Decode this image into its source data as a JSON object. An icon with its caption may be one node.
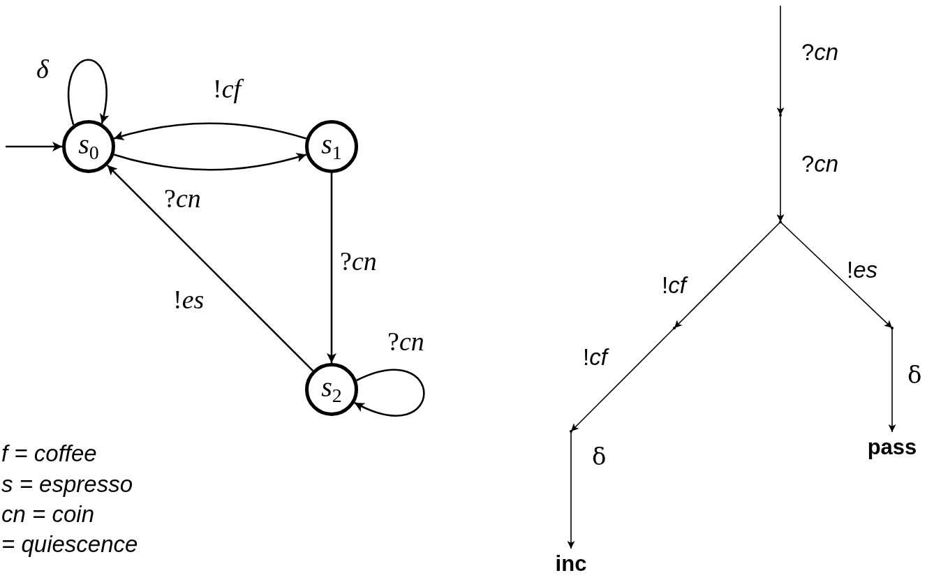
{
  "diagram": {
    "nodes": [
      {
        "text": [
          "*s*$_{0}$"
        ]
      },
      {
        "text": [
          "*s*$_{1}$"
        ]
      },
      {
        "text": [
          "*s*$_{2}$"
        ]
      },
      {
        "text": [],
        "shape": "point"
      },
      {
        "text": [],
        "shape": "point"
      },
      {
        "text": [],
        "shape": "point"
      },
      {
        "text": [],
        "shape": "point"
      },
      {
        "text": [],
        "shape": "point"
      },
      {
        "text": [
          "inc"
        ]
      },
      {
        "text": [
          "pass"
        ]
      }
    ],
    "edges": [
      {
        "from": null,
        "to": 0,
        "arrow": "to"
      },
      {
        "from": 0,
        "to": 0,
        "arrow": "to",
        "label": "δ"
      },
      {
        "from": 1,
        "to": 0,
        "arrow": "to",
        "label": "!*cf*"
      },
      {
        "from": 0,
        "to": 1,
        "arrow": "to",
        "label": "?*cn*"
      },
      {
        "from": 1,
        "to": 2,
        "arrow": "to",
        "label": "?*cn*"
      },
      {
        "from": 2,
        "to": 0,
        "arrow": "to",
        "label": "!*es*"
      },
      {
        "from": 2,
        "to": 2,
        "arrow": "to",
        "label": "?*cn*"
      },
      {
        "from": null,
        "to": 3,
        "arrow": "to",
        "label": "?*cn*"
      },
      {
        "from": 3,
        "to": 4,
        "arrow": "to",
        "label": "?*cn*"
      },
      {
        "from": 4,
        "to": 5,
        "arrow": "to",
        "label": "!*cf*"
      },
      {
        "from": 4,
        "to": 6,
        "arrow": "to",
        "label": "!*es*"
      },
      {
        "from": 5,
        "to": 7,
        "arrow": "to",
        "label": "!*cf*"
      },
      {
        "from": 7,
        "to": 8,
        "arrow": "to",
        "label": "δ"
      },
      {
        "from": 6,
        "to": 9,
        "arrow": "to",
        "label": "δ"
      }
    ],
    "labels": [
      "f = coffee",
      "s = espresso",
      "cn = coin",
      "= quiescence"
    ]
  }
}
